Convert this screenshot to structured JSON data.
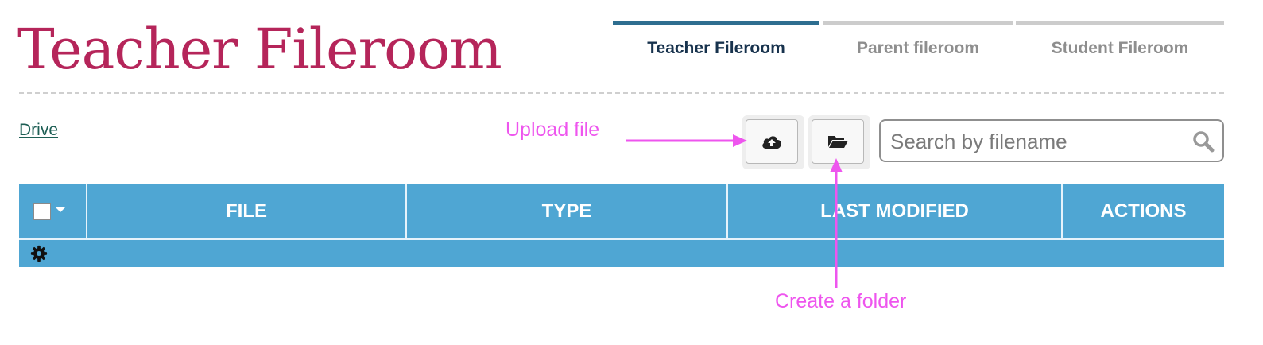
{
  "header": {
    "title": "Teacher Fileroom"
  },
  "tabs": [
    {
      "label": "Teacher Fileroom",
      "active": true
    },
    {
      "label": "Parent fileroom",
      "active": false
    },
    {
      "label": "Student Fileroom",
      "active": false
    }
  ],
  "breadcrumb": {
    "drive_label": "Drive"
  },
  "toolbar": {
    "upload_icon": "cloud-upload-icon",
    "folder_icon": "folder-open-icon"
  },
  "search": {
    "placeholder": "Search by filename",
    "icon": "search-icon"
  },
  "table": {
    "columns": [
      "FILE",
      "TYPE",
      "LAST MODIFIED",
      "ACTIONS"
    ],
    "header_color": "#4fa6d3",
    "settings_icon": "gear-icon"
  },
  "annotations": {
    "upload_label": "Upload file",
    "folder_label": "Create a folder",
    "color": "#ee55ee"
  },
  "colors": {
    "title": "#b5255a",
    "active_tab": "#2e6e90",
    "link": "#1e5f55"
  }
}
